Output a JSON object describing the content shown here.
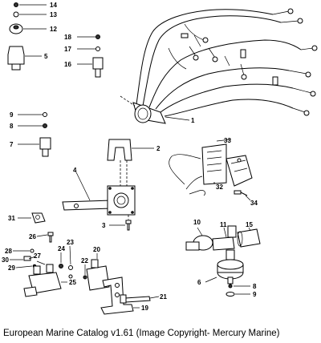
{
  "caption": "European Marine Catalog v1.61 (Image Copyright- Mercury Marine)",
  "callouts": [
    {
      "id": "c1",
      "text": "1"
    },
    {
      "id": "c2",
      "text": "2"
    },
    {
      "id": "c3",
      "text": "3"
    },
    {
      "id": "c4",
      "text": "4"
    },
    {
      "id": "c5",
      "text": "5"
    },
    {
      "id": "c6",
      "text": "6"
    },
    {
      "id": "c7",
      "text": "7"
    },
    {
      "id": "c8a",
      "text": "8"
    },
    {
      "id": "c8b",
      "text": "8"
    },
    {
      "id": "c9a",
      "text": "9"
    },
    {
      "id": "c9b",
      "text": "9"
    },
    {
      "id": "c10",
      "text": "10"
    },
    {
      "id": "c11",
      "text": "11"
    },
    {
      "id": "c12",
      "text": "12"
    },
    {
      "id": "c13",
      "text": "13"
    },
    {
      "id": "c14",
      "text": "14"
    },
    {
      "id": "c15",
      "text": "15"
    },
    {
      "id": "c16",
      "text": "16"
    },
    {
      "id": "c17",
      "text": "17"
    },
    {
      "id": "c18",
      "text": "18"
    },
    {
      "id": "c19",
      "text": "19"
    },
    {
      "id": "c20",
      "text": "20"
    },
    {
      "id": "c21",
      "text": "21"
    },
    {
      "id": "c22",
      "text": "22"
    },
    {
      "id": "c23",
      "text": "23"
    },
    {
      "id": "c24",
      "text": "24"
    },
    {
      "id": "c25",
      "text": "25"
    },
    {
      "id": "c26",
      "text": "26"
    },
    {
      "id": "c27",
      "text": "27"
    },
    {
      "id": "c28",
      "text": "28"
    },
    {
      "id": "c29",
      "text": "29"
    },
    {
      "id": "c30",
      "text": "30"
    },
    {
      "id": "c31",
      "text": "31"
    },
    {
      "id": "c32",
      "text": "32"
    },
    {
      "id": "c33",
      "text": "33"
    },
    {
      "id": "c34",
      "text": "34"
    }
  ]
}
